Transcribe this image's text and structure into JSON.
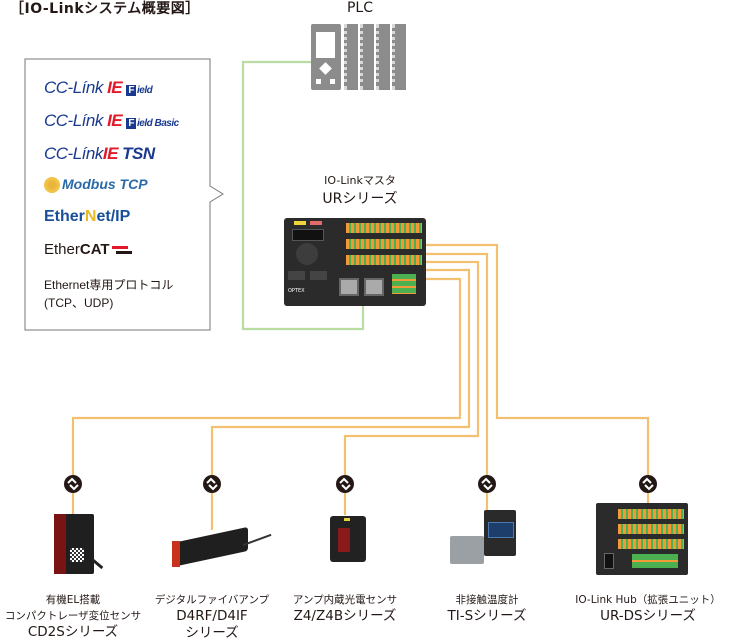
{
  "title": "［IO-Linkシステム概要図］",
  "plc": {
    "label": "PLC"
  },
  "master": {
    "caption": "IO-Linkマスタ",
    "series": "URシリーズ",
    "brand": "OPTEX"
  },
  "protocols": {
    "items": [
      {
        "name": "CC-Link IE Field",
        "main": "CC-Línk ",
        "ie": "IE",
        "suffix_mark": "F",
        "suffix": "ield"
      },
      {
        "name": "CC-Link IE Field Basic",
        "main": "CC-Línk ",
        "ie": "IE",
        "suffix_mark": "F",
        "suffix": "ield Basic"
      },
      {
        "name": "CC-Link IE TSN",
        "main": "CC-Línk",
        "ie": "IE",
        "suffix": "TSN"
      },
      {
        "name": "Modbus TCP",
        "text": "Modbus TCP"
      },
      {
        "name": "EtherNet/IP",
        "pre": "Ether",
        "n": "N",
        "post": "et/IP"
      },
      {
        "name": "EtherCAT",
        "pre": "Ether",
        "bold": "CAT"
      }
    ],
    "other_line1": "Ethernet専用プロトコル",
    "other_line2": "(TCP、UDP)"
  },
  "devices": [
    {
      "id": "cd2s",
      "line1": "有機EL搭載",
      "line2": "コンパクトレーザ変位センサ",
      "series": "CD2Sシリーズ"
    },
    {
      "id": "d4rf",
      "line1": "デジタルファイバアンプ",
      "series": "D4RF/D4IF",
      "series2": "シリーズ"
    },
    {
      "id": "z4",
      "line1": "アンプ内蔵光電センサ",
      "series": "Z4/Z4Bシリーズ"
    },
    {
      "id": "tis",
      "line1": "非接触温度計",
      "series": "TI-Sシリーズ"
    },
    {
      "id": "urds",
      "line1": "IO-Link Hub（拡張ユニット）",
      "series": "UR-DSシリーズ"
    }
  ],
  "colors": {
    "io_link_wire": "#f3c072",
    "ethernet_wire": "#b9dca2",
    "device_dark": "#2b2b2b",
    "plc_gray": "#8c8c8c",
    "text": "#231815"
  }
}
